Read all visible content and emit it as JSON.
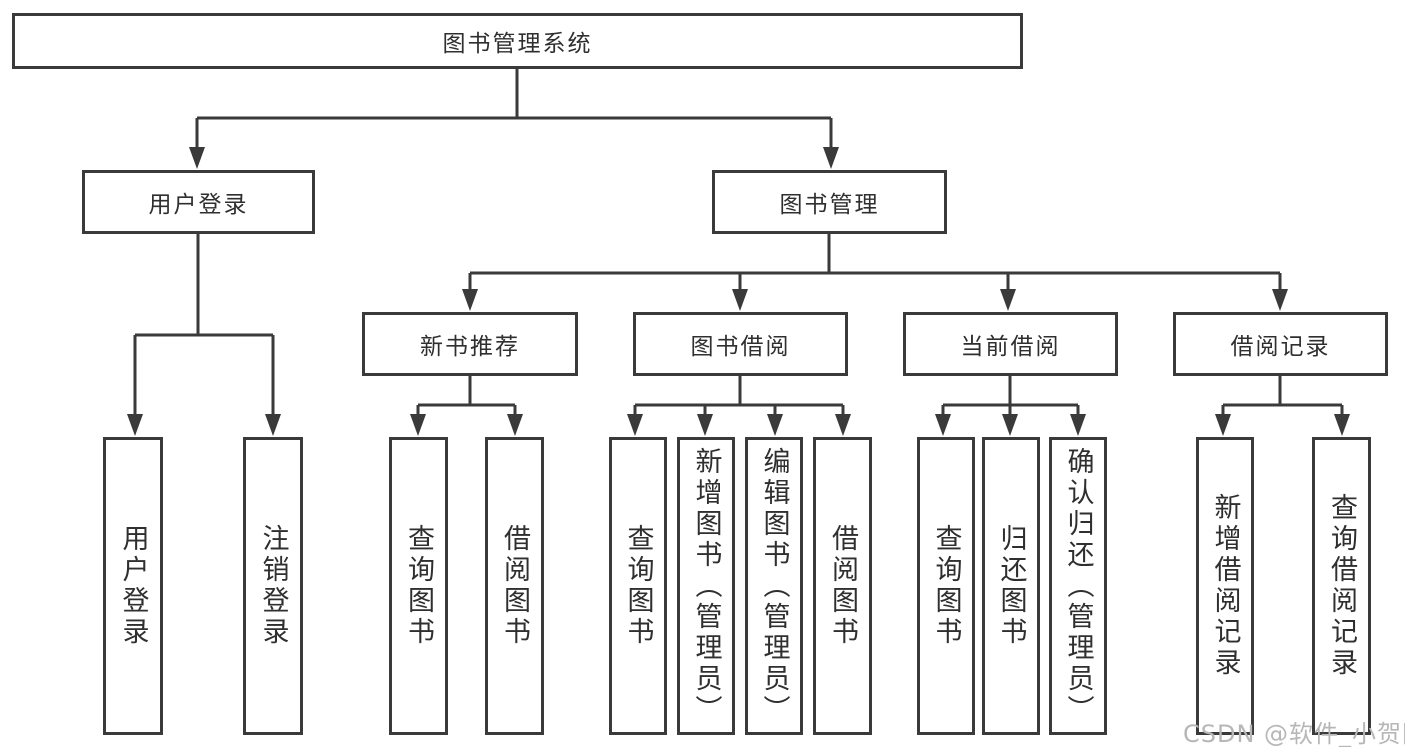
{
  "diagram": {
    "root": {
      "label": "图书管理系统"
    },
    "level2": [
      {
        "label": "用户登录"
      },
      {
        "label": "图书管理"
      }
    ],
    "level3": [
      {
        "label": "新书推荐"
      },
      {
        "label": "图书借阅"
      },
      {
        "label": "当前借阅"
      },
      {
        "label": "借阅记录"
      }
    ],
    "leaves": [
      {
        "label": "用户登录"
      },
      {
        "label": "注销登录"
      },
      {
        "label": "查询图书"
      },
      {
        "label": "借阅图书"
      },
      {
        "label": "查询图书"
      },
      {
        "label": "新增图书（管理员）"
      },
      {
        "label": "编辑图书（管理员）"
      },
      {
        "label": "借阅图书"
      },
      {
        "label": "查询图书"
      },
      {
        "label": "归还图书"
      },
      {
        "label": "确认归还（管理员）"
      },
      {
        "label": "新增借阅记录"
      },
      {
        "label": "查询借阅记录"
      }
    ]
  },
  "watermark": {
    "text": "CSDN @软件_小贺同学"
  },
  "colors": {
    "line": "#3a3a3a",
    "text": "#2f2f2f",
    "watermark": "#b7b7ba",
    "background": "#ffffff"
  }
}
